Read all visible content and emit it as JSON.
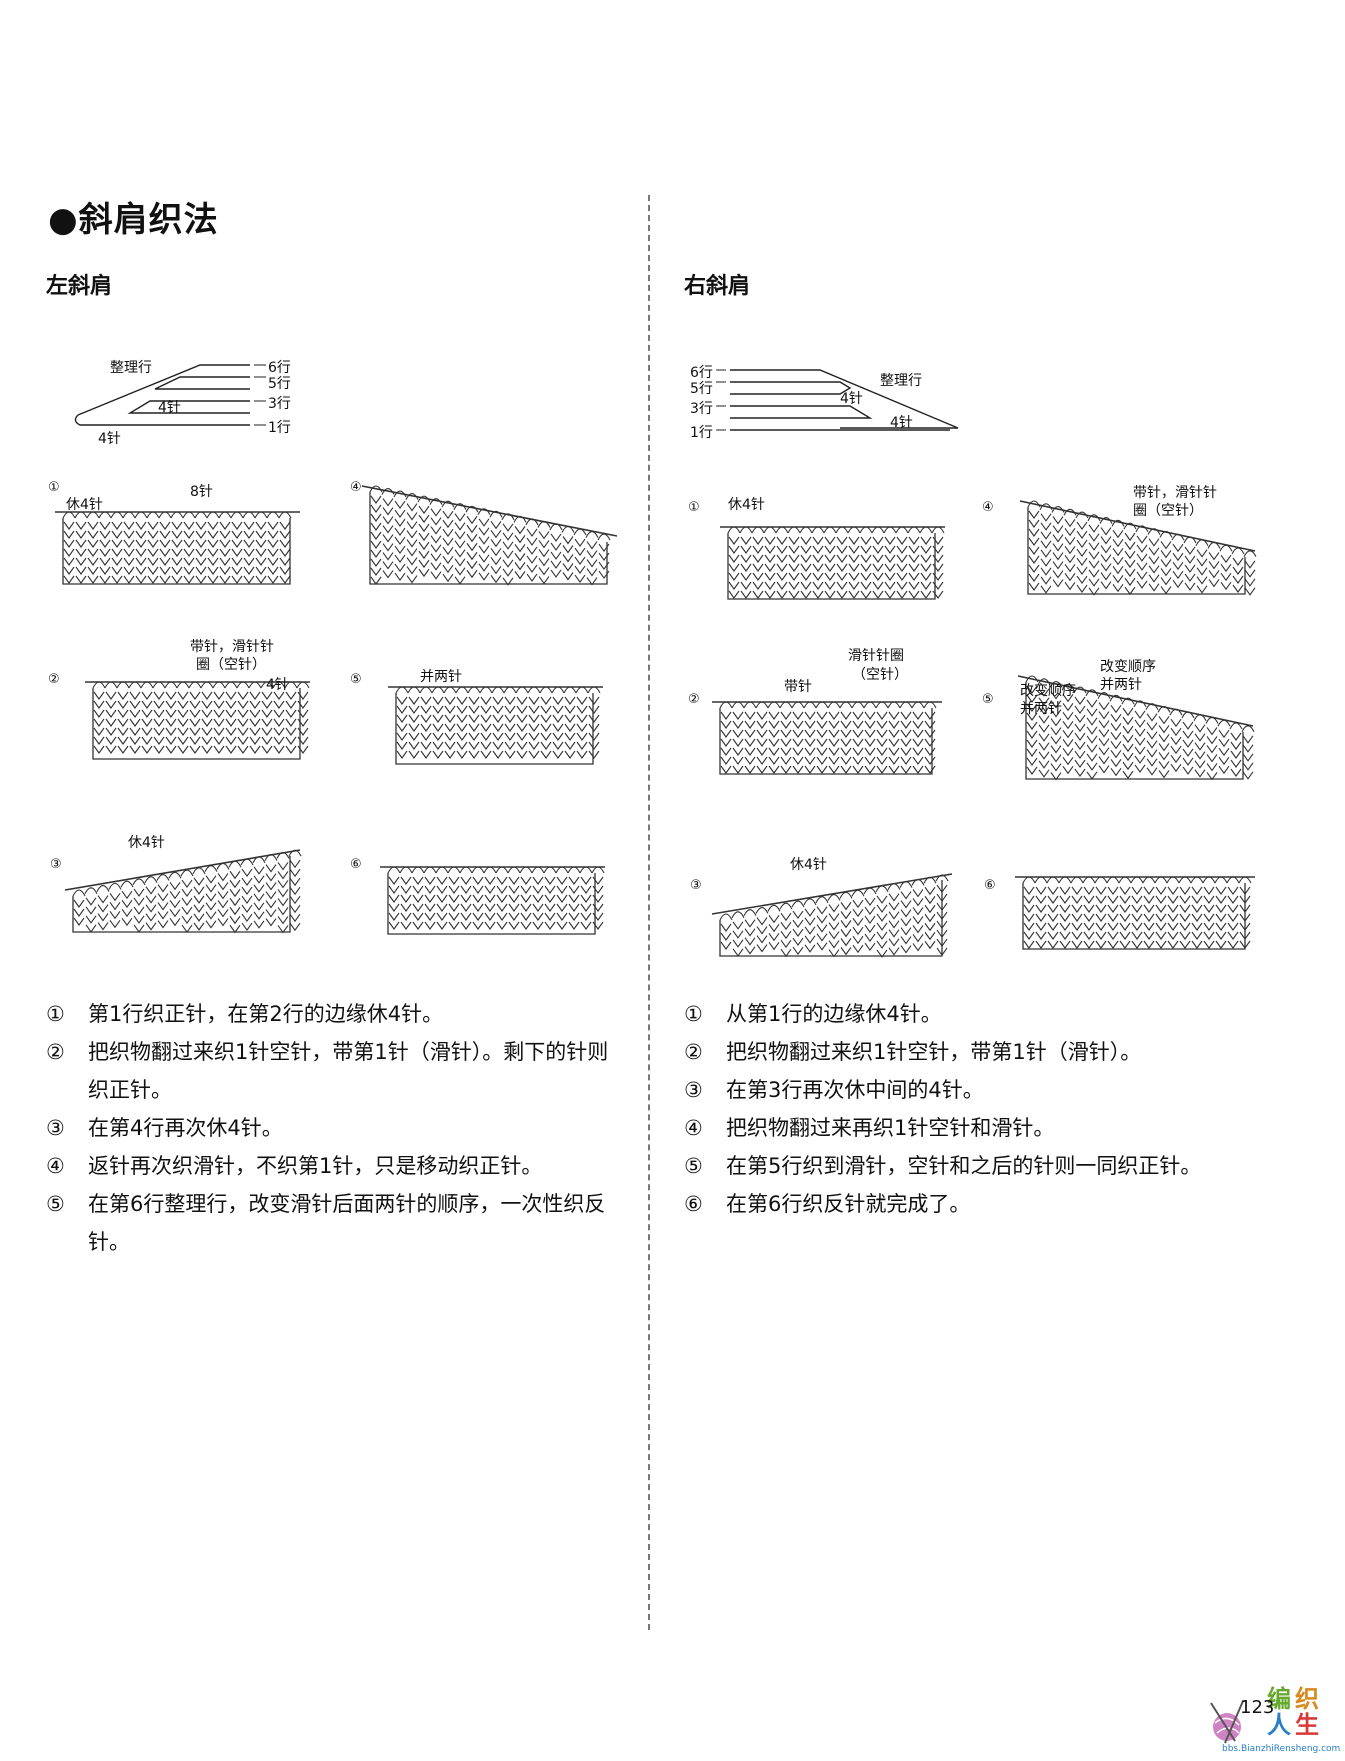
{
  "title": "●斜肩织法",
  "left": {
    "heading": "左斜肩",
    "schema": {
      "tidy_row": "整理行",
      "rows": [
        "6行",
        "5行",
        "3行",
        "1行"
      ],
      "st_top": "4针",
      "st_bottom": "4针"
    },
    "figs": [
      {
        "no": "①",
        "labels": [
          "休4针",
          "8针"
        ]
      },
      {
        "no": "②",
        "labels": [
          "带针，滑针针",
          "圈（空针）",
          "4针"
        ]
      },
      {
        "no": "③",
        "labels": [
          "休4针"
        ]
      },
      {
        "no": "④",
        "labels": []
      },
      {
        "no": "⑤",
        "labels": [
          "并两针"
        ]
      },
      {
        "no": "⑥",
        "labels": []
      }
    ],
    "steps": [
      {
        "marker": "①",
        "text": "第1行织正针，在第2行的边缘休4针。"
      },
      {
        "marker": "②",
        "text": "把织物翻过来织1针空针，带第1针（滑针）。剩下的针则织正针。"
      },
      {
        "marker": "③",
        "text": "在第4行再次休4针。"
      },
      {
        "marker": "④",
        "text": "返针再次织滑针，不织第1针，只是移动织正针。"
      },
      {
        "marker": "⑤",
        "text": "在第6行整理行，改变滑针后面两针的顺序，一次性织反针。"
      }
    ]
  },
  "right": {
    "heading": "右斜肩",
    "schema": {
      "tidy_row": "整理行",
      "rows": [
        "6行",
        "5行",
        "3行",
        "1行"
      ],
      "st_top": "4针",
      "st_bottom": "4针"
    },
    "figs": [
      {
        "no": "①",
        "labels": [
          "休4针"
        ]
      },
      {
        "no": "②",
        "labels": [
          "滑针针圈",
          "（空针）",
          "带针"
        ]
      },
      {
        "no": "③",
        "labels": [
          "休4针"
        ]
      },
      {
        "no": "④",
        "labels": [
          "带针，滑针针",
          "圈（空针）"
        ]
      },
      {
        "no": "⑤",
        "labels": [
          "改变顺序",
          "并两针",
          "改变顺序",
          "并两针"
        ]
      },
      {
        "no": "⑥",
        "labels": []
      }
    ],
    "steps": [
      {
        "marker": "①",
        "text": "从第1行的边缘休4针。"
      },
      {
        "marker": "②",
        "text": "把织物翻过来织1针空针，带第1针（滑针）。"
      },
      {
        "marker": "③",
        "text": "在第3行再次休中间的4针。"
      },
      {
        "marker": "④",
        "text": "把织物翻过来再织1针空针和滑针。"
      },
      {
        "marker": "⑤",
        "text": "在第5行织到滑针，空针和之后的针则一同织正针。"
      },
      {
        "marker": "⑥",
        "text": "在第6行织反针就完成了。"
      }
    ]
  },
  "page_number": "123",
  "watermark": {
    "brand": "编织人生",
    "url": "bbs.BianzhiRensheng.com"
  }
}
